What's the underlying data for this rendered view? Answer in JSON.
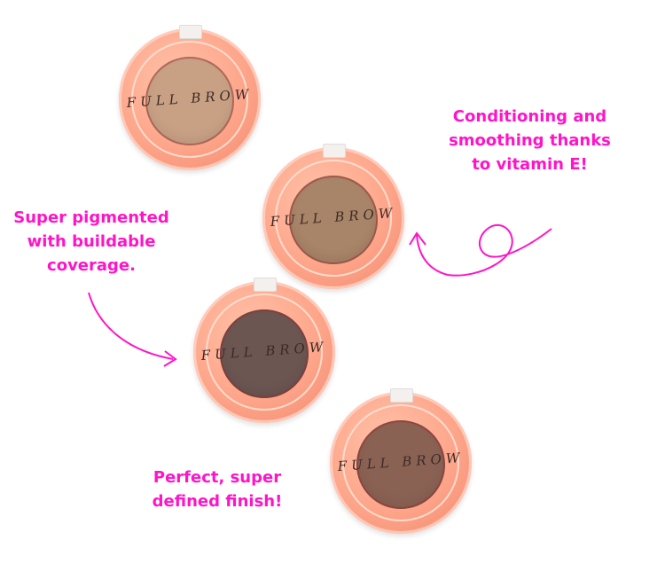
{
  "brand": "FULL BROW",
  "annotations": {
    "conditioning": "Conditioning and\nsmoothing thanks\nto vitamin E!",
    "pigmented": "Super pigmented\nwith buildable\ncoverage.",
    "finish": "Perfect, super\ndefined finish!"
  },
  "colors": {
    "annotation": "#ff14c8",
    "shade_1": "#c8a185",
    "shade_2": "#a88468",
    "shade_3": "#6b5652",
    "shade_4": "#8a6254"
  }
}
